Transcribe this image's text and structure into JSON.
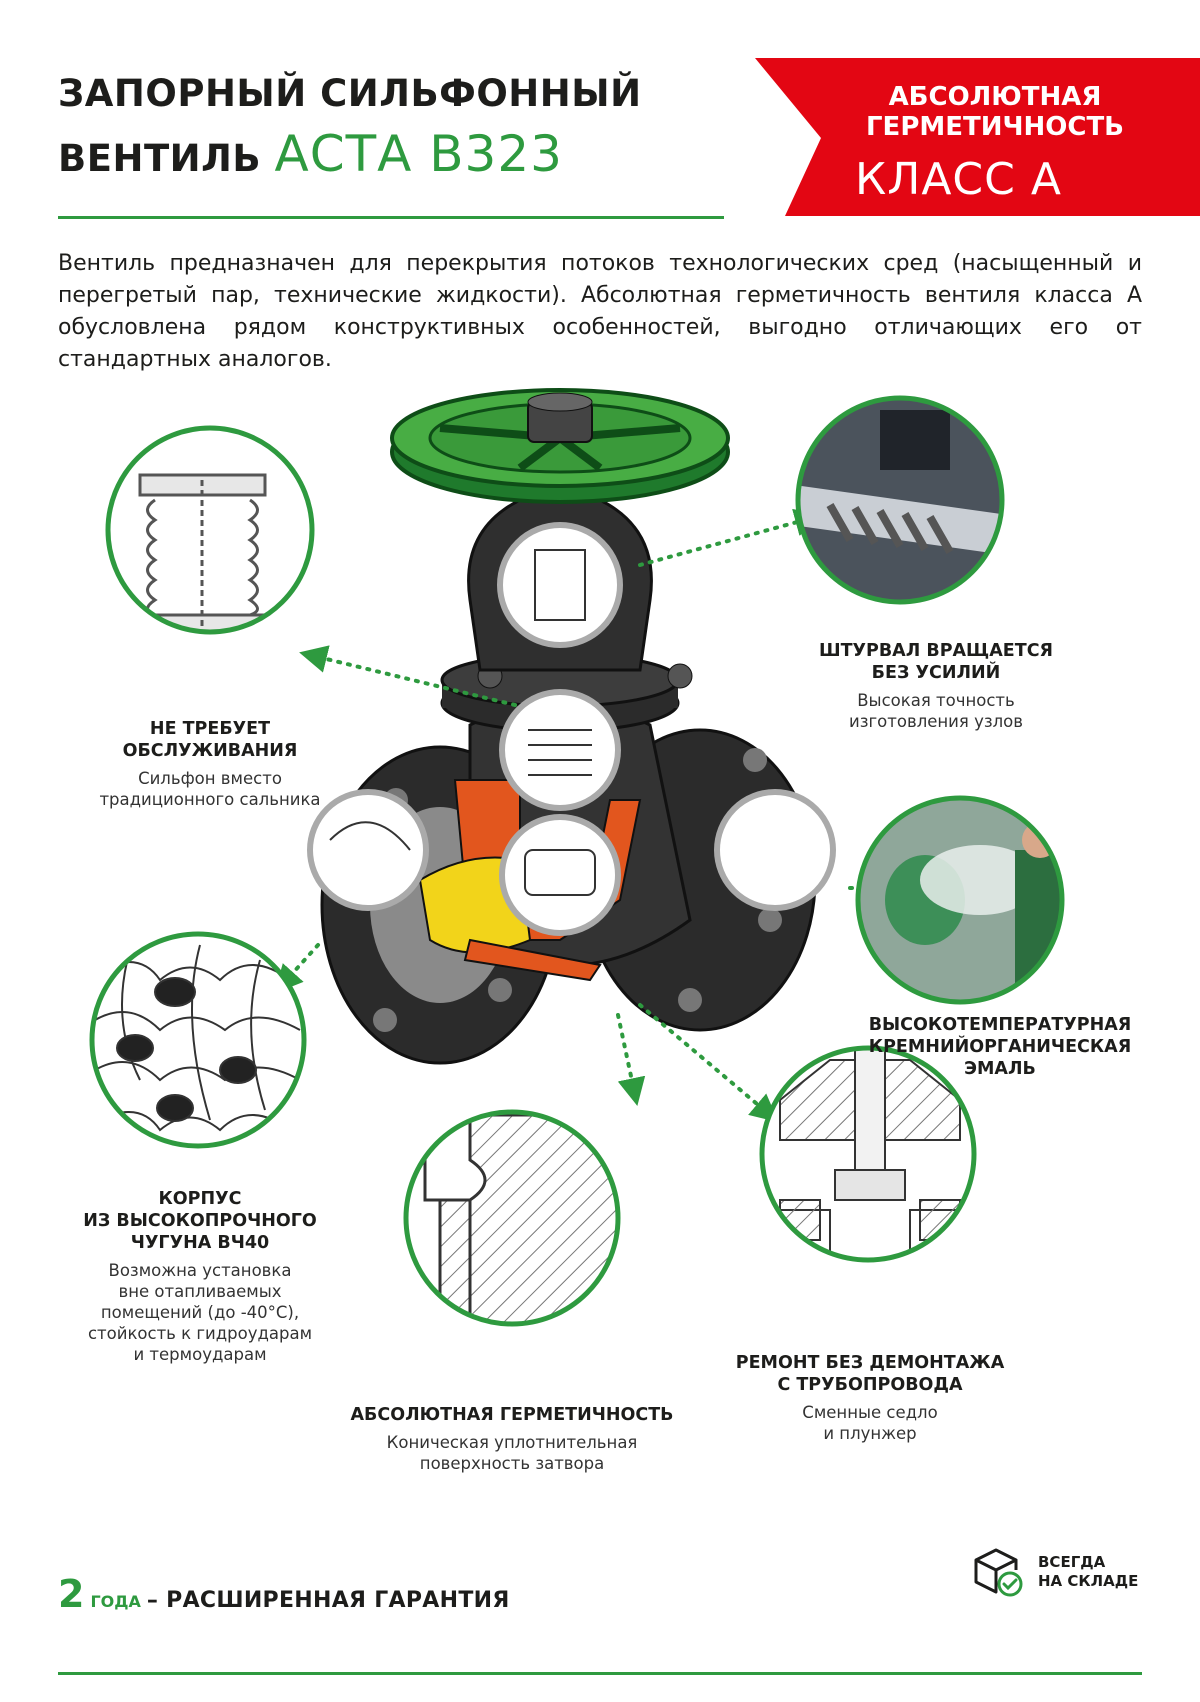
{
  "title": {
    "line1": "ЗАПОРНЫЙ СИЛЬФОННЫЙ",
    "line2_prefix": "ВЕНТИЛЬ",
    "line2_model": "АСТА В323"
  },
  "banner": {
    "line1": "АБСОЛЮТНАЯ ГЕРМЕТИЧНОСТЬ",
    "line2": "КЛАСС А"
  },
  "intro": "Вентиль предназначен для перекрытия потоков технологических сред (насыщенный и перегретый пар, технические жидкости). Абсолютная герметичность вентиля класса А обусловлена рядом конструктивных особенностей, выгодно отличающих его от стандартных аналогов.",
  "features": {
    "handwheel": {
      "heading": "ШТУРВАЛ ВРАЩАЕТСЯ\nБЕЗ УСИЛИЙ",
      "desc": "Высокая точность\nизготовления узлов"
    },
    "bellows": {
      "heading": "НЕ ТРЕБУЕТ\nОБСЛУЖИВАНИЯ",
      "desc": "Сильфон вместо\nтрадиционного сальника"
    },
    "enamel": {
      "heading": "ВЫСОКОТЕМПЕРАТУРНАЯ\nКРЕМНИЙОРГАНИЧЕСКАЯ\nЭМАЛЬ",
      "desc": ""
    },
    "body": {
      "heading": "КОРПУС\nИЗ ВЫСОКОПРОЧНОГО\nЧУГУНА ВЧ40",
      "desc": "Возможна установка\nвне отапливаемых\nпомещений (до -40°С),\nстойкость к гидроударам\nи термоударам"
    },
    "sealing": {
      "heading": "АБСОЛЮТНАЯ ГЕРМЕТИЧНОСТЬ",
      "desc": "Коническая уплотнительная\nповерхность затвора"
    },
    "repair": {
      "heading": "РЕМОНТ БЕЗ ДЕМОНТАЖА\nС ТРУБОПРОВОДА",
      "desc": "Сменные седло\nи плунжер"
    }
  },
  "footer": {
    "warranty_num": "2",
    "warranty_unit": "ГОДА",
    "warranty_text": "– РАСШИРЕННАЯ ГАРАНТИЯ",
    "stock": "ВСЕГДА\nНА СКЛАДЕ"
  },
  "colors": {
    "green": "#2e9a3f",
    "red": "#e30613",
    "orange": "#e2561e",
    "yellow": "#f2d41a",
    "dark": "#2b2b2b"
  },
  "icons": [
    "box-check-icon"
  ]
}
